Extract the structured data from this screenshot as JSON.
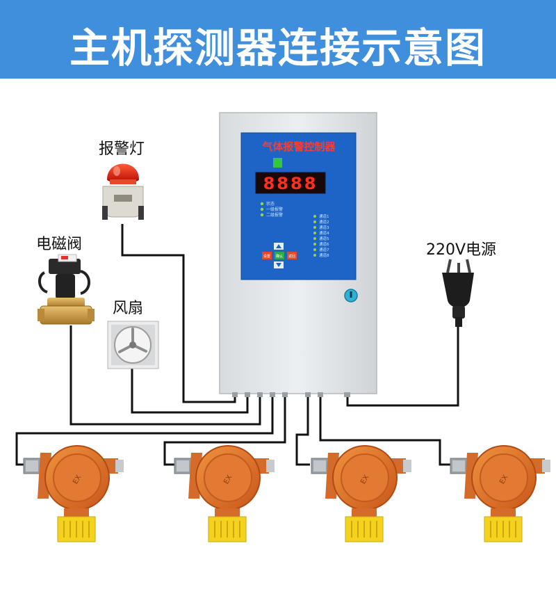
{
  "banner": {
    "title": "主机探测器连接示意图",
    "color": "#3f8fdd"
  },
  "labels": {
    "alarm_light": "报警灯",
    "solenoid_valve": "电磁阀",
    "fan": "风扇",
    "power": "220V电源"
  },
  "controller": {
    "panel_title": "气体报警控制器",
    "display_value": "8888",
    "status_items": [
      "状态",
      "一级报警",
      "二级报警"
    ],
    "channel_items": [
      "通道1",
      "通道2",
      "通道3",
      "通道4",
      "通道5",
      "通道6",
      "通道7",
      "通道8"
    ],
    "button_labels": [
      "设置",
      "确认",
      "返回"
    ]
  },
  "detector_marking": "EX",
  "icons": [
    "alarm-light-icon",
    "solenoid-valve-icon",
    "fan-icon",
    "power-plug-icon",
    "gas-detector-icon",
    "key-lock-icon"
  ]
}
